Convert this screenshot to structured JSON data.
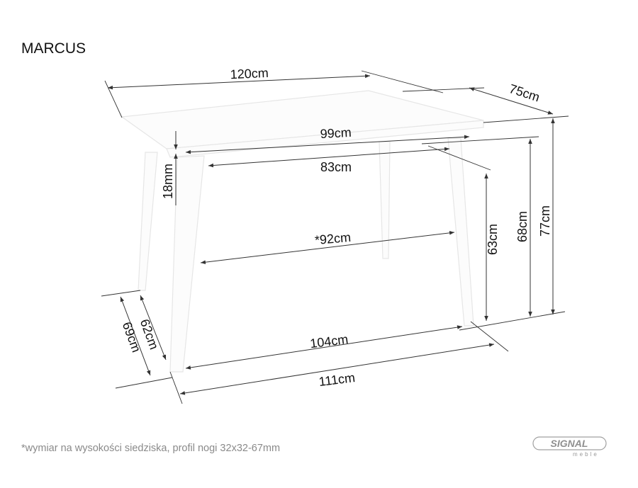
{
  "title": "MARCUS",
  "dimensions": {
    "length_top": "120cm",
    "depth_top": "75cm",
    "height_total": "77cm",
    "height_under_top": "68cm",
    "height_under_apron": "63cm",
    "apron_outer": "99cm",
    "apron_inner": "83cm",
    "top_thickness": "18mm",
    "seat_height_width": "*92cm",
    "legs_inner": "104cm",
    "legs_outer": "111cm",
    "legs_depth_inner": "62cm",
    "legs_depth_outer": "69cm"
  },
  "footnote": "*wymiar na wysokości siedziska, profil nogi 32x32-67mm",
  "brand": {
    "name": "SIGNAL",
    "sub": "meble"
  }
}
